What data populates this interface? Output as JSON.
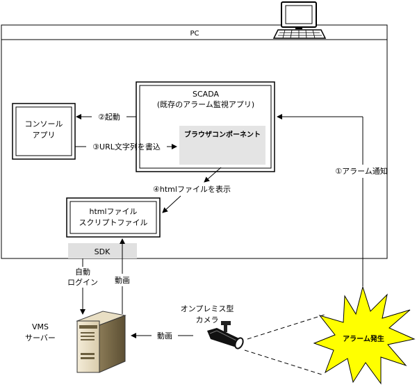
{
  "pc": {
    "label": "PC"
  },
  "scada": {
    "line1": "SCADA",
    "line2": "(既存のアラーム監視アプリ)"
  },
  "browser": {
    "label": "ブラウザコンポーネント"
  },
  "console": {
    "line1": "コンソール",
    "line2": "アプリ"
  },
  "html_box": {
    "line1": "htmlファイル",
    "line2": "スクリプトファイル"
  },
  "sdk": {
    "label": "SDK"
  },
  "arrows": {
    "launch": "②起動",
    "write_url": "③URL文字列を書込",
    "show_html": "④htmlファイルを表示",
    "alarm_notify": "①アラーム通知",
    "auto_login_1": "自動",
    "auto_login_2": "ログイン",
    "video_up": "動画",
    "video_left": "動画"
  },
  "vms": {
    "line1": "VMS",
    "line2": "サーバー"
  },
  "camera": {
    "line1": "オンプレミス型",
    "line2": "カメラ"
  },
  "alarm": {
    "label": "アラーム発生"
  },
  "colors": {
    "sdk_bg": "#e0e0e0",
    "browser_bg": "#e4e4e4",
    "alarm_fill": "#ffff00",
    "line": "#000000"
  }
}
